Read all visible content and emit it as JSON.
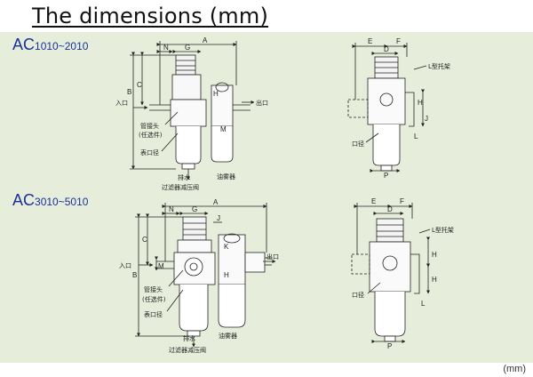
{
  "page": {
    "title": "The dimensions (mm)",
    "units": "(mm)"
  },
  "models": [
    {
      "prefix": "AC",
      "range": "1010~2010"
    },
    {
      "prefix": "AC",
      "range": "3010~5010"
    }
  ],
  "labels": {
    "inlet": "入口",
    "outlet": "出口",
    "pipe_fitting": "管接头",
    "optional": "(任选件)",
    "port_size": "表口径",
    "port_size_short": "口径",
    "drain": "排水",
    "filter_regulator": "过滤器减压阀",
    "lubricator": "油雾器",
    "bracket": "L型托架"
  },
  "dimension_letters": {
    "a": "A",
    "b": "B",
    "c": "C",
    "d": "D",
    "e": "E",
    "f": "F",
    "g": "G",
    "h": "H",
    "j": "J",
    "k": "K",
    "l": "L",
    "m": "M",
    "n": "N",
    "p": "P"
  }
}
